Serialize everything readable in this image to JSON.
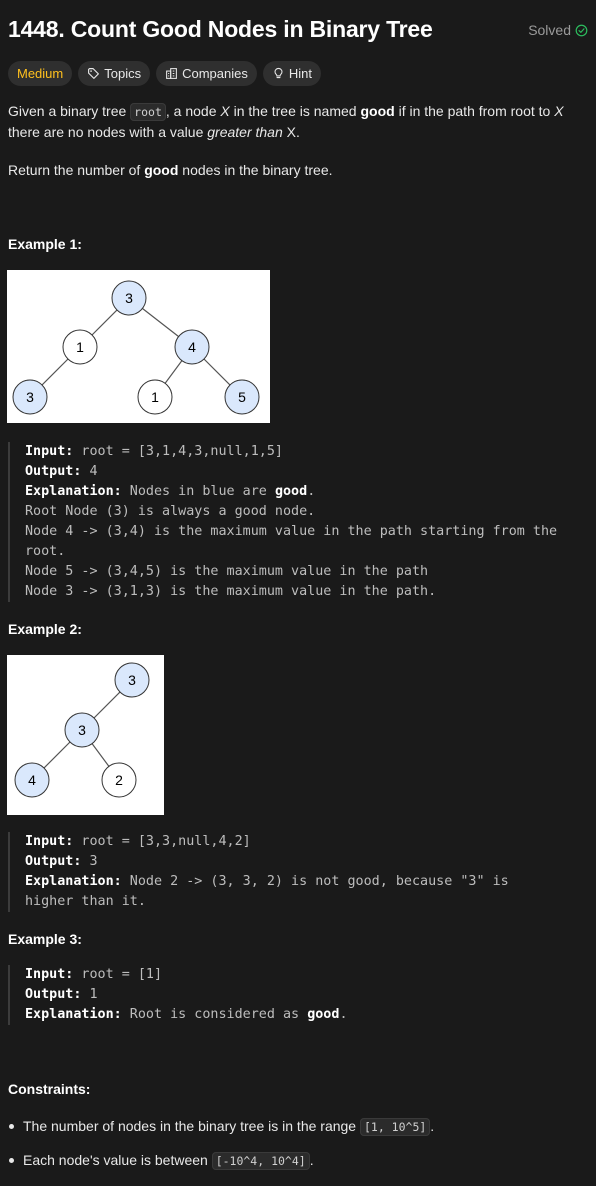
{
  "header": {
    "title": "1448. Count Good Nodes in Binary Tree",
    "status": "Solved"
  },
  "tags": {
    "difficulty": "Medium",
    "topics": "Topics",
    "companies": "Companies",
    "hint": "Hint"
  },
  "description": {
    "p1_a": "Given a binary tree ",
    "p1_code": "root",
    "p1_b": ", a node ",
    "p1_x": "X",
    "p1_c": " in the tree is named ",
    "p1_good": "good",
    "p1_d": " if in the path from root to ",
    "p1_x2": "X",
    "p1_e": " there are no nodes with a value ",
    "p1_greater": "greater than",
    "p1_f": " X.",
    "p2_a": "Return the number of ",
    "p2_good": "good",
    "p2_b": " nodes in the binary tree."
  },
  "examples": [
    {
      "title": "Example 1:",
      "tree": {
        "nodes": [
          {
            "id": "n0",
            "value": "3",
            "good": true
          },
          {
            "id": "n1",
            "value": "1",
            "good": false
          },
          {
            "id": "n2",
            "value": "4",
            "good": true
          },
          {
            "id": "n3",
            "value": "3",
            "good": true
          },
          {
            "id": "n4",
            "value": "1",
            "good": false
          },
          {
            "id": "n5",
            "value": "5",
            "good": true
          }
        ]
      },
      "input_label": "Input:",
      "input_value": " root = [3,1,4,3,null,1,5]",
      "output_label": "Output:",
      "output_value": " 4",
      "explanation_label": "Explanation:",
      "explanation_a": " Nodes in blue are ",
      "explanation_good": "good",
      "explanation_b": ".",
      "lines": [
        "Root Node (3) is always a good node.",
        "Node 4 -> (3,4) is the maximum value in the path starting from the root.",
        "Node 5 -> (3,4,5) is the maximum value in the path",
        "Node 3 -> (3,1,3) is the maximum value in the path."
      ]
    },
    {
      "title": "Example 2:",
      "tree": {
        "nodes": [
          {
            "id": "m0",
            "value": "3",
            "good": true
          },
          {
            "id": "m1",
            "value": "3",
            "good": true
          },
          {
            "id": "m2",
            "value": "4",
            "good": true
          },
          {
            "id": "m3",
            "value": "2",
            "good": false
          }
        ]
      },
      "input_label": "Input:",
      "input_value": " root = [3,3,null,4,2]",
      "output_label": "Output:",
      "output_value": " 3",
      "explanation_label": "Explanation:",
      "explanation_text": " Node 2 -> (3, 3, 2) is not good, because \"3\" is higher than it."
    },
    {
      "title": "Example 3:",
      "input_label": "Input:",
      "input_value": " root = [1]",
      "output_label": "Output:",
      "output_value": " 1",
      "explanation_label": "Explanation:",
      "explanation_a": " Root is considered as ",
      "explanation_good": "good",
      "explanation_b": "."
    }
  ],
  "constraints": {
    "title": "Constraints:",
    "items": [
      {
        "text": "The number of nodes in the binary tree is in the range ",
        "code": "[1, 10^5]",
        "end": "."
      },
      {
        "text": "Each node's value is between ",
        "code": "[-10^4, 10^4]",
        "end": "."
      }
    ]
  },
  "colors": {
    "good_fill": "#dae8fc",
    "bad_fill": "#ffffff",
    "medium": "#ffc01e",
    "solved_check": "#2cbb5d"
  }
}
